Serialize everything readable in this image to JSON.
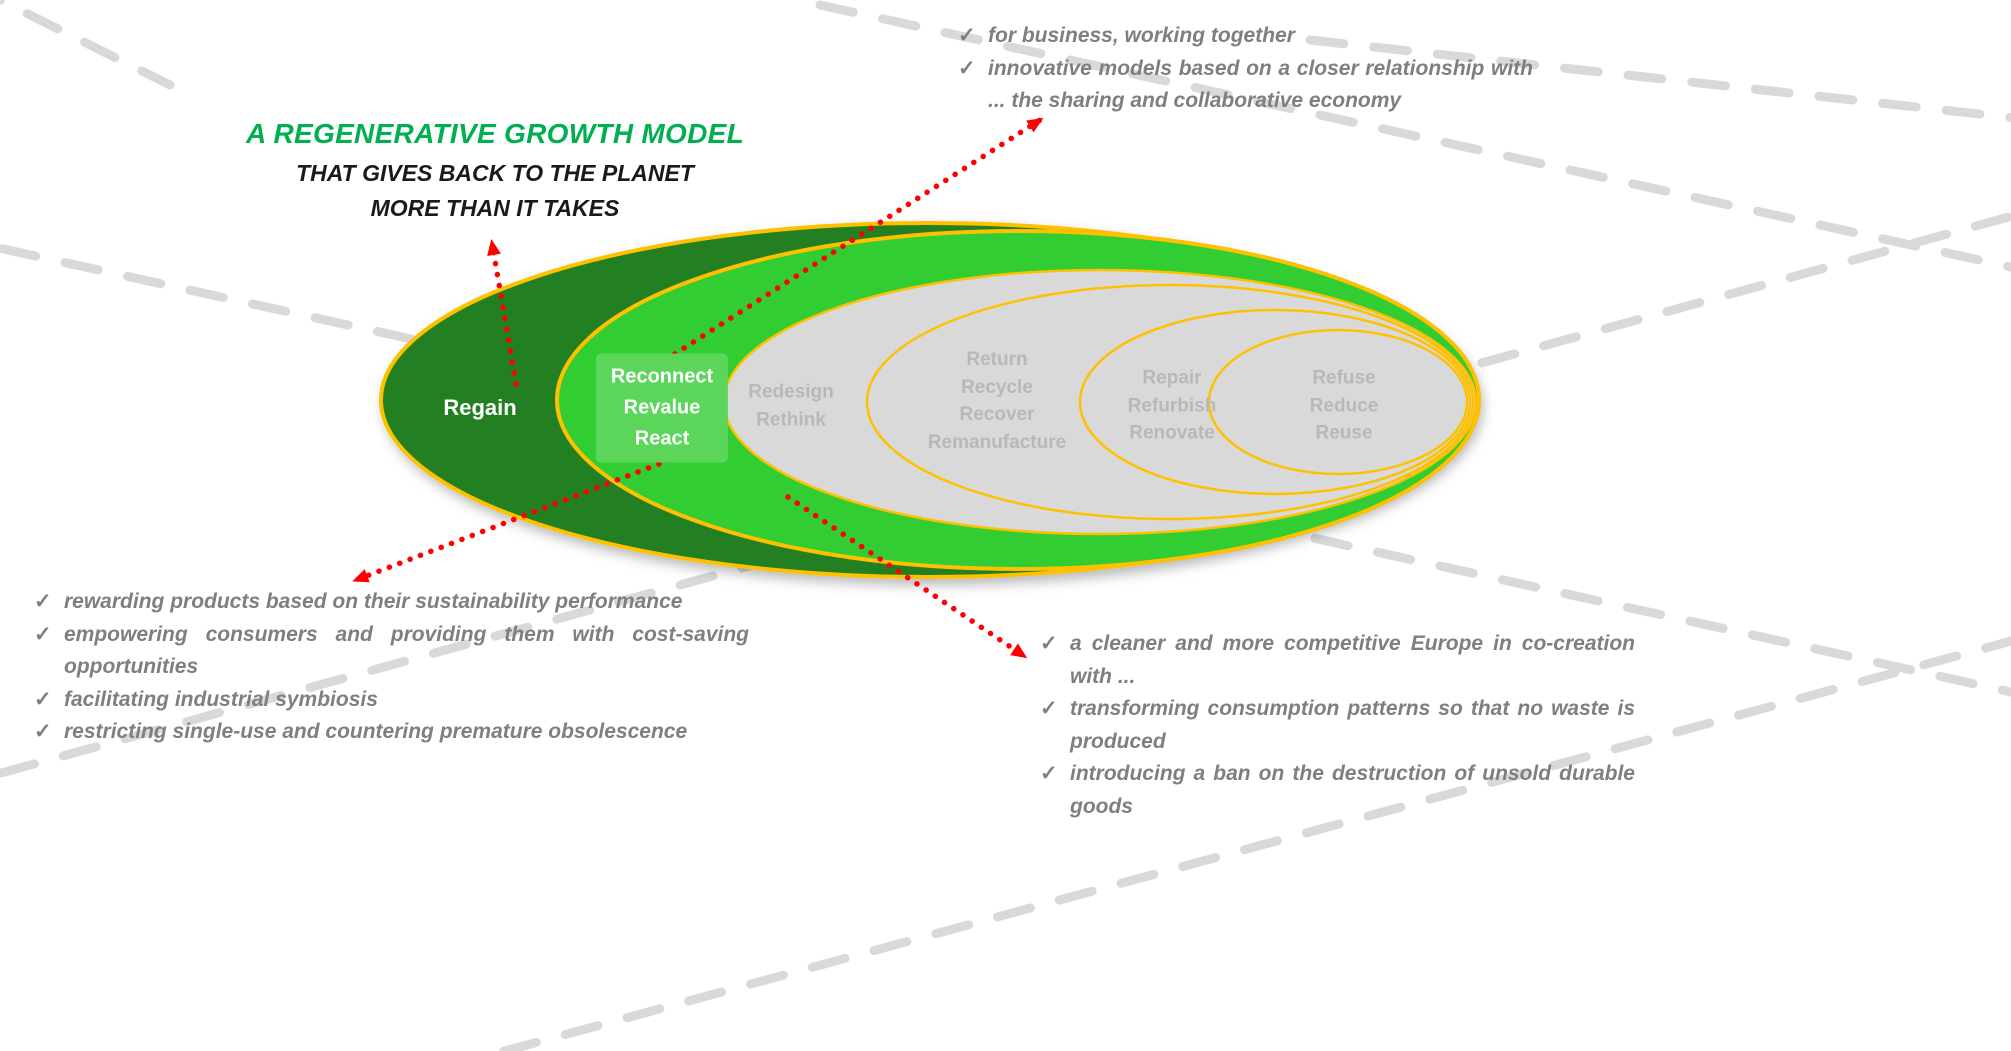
{
  "glyphs": {
    "check": "✓"
  },
  "title": {
    "line1": "A REGENERATIVE GROWTH MODEL",
    "line2": "THAT GIVES BACK TO THE PLANET",
    "line3": "MORE THAN IT TAKES"
  },
  "model": {
    "ring_regain": {
      "label": "Regain"
    },
    "ring_reconnect": {
      "lines": [
        "Reconnect",
        "Revalue",
        "React"
      ]
    },
    "ring_redesign": {
      "lines": [
        "Redesign",
        "Rethink"
      ]
    },
    "ring_return": {
      "lines": [
        "Return",
        "Recycle",
        "Recover",
        "Remanufacture"
      ]
    },
    "ring_repair": {
      "lines": [
        "Repair",
        "Refurbish",
        "Renovate"
      ]
    },
    "ring_refuse": {
      "lines": [
        "Refuse",
        "Reduce",
        "Reuse"
      ]
    }
  },
  "annotations": {
    "top_right": {
      "items": [
        "for business, working together",
        "innovative models based on a closer relationship with ... the sharing and collaborative economy"
      ]
    },
    "bottom_left": {
      "items": [
        "rewarding products based on their sustainability performance",
        "empowering consumers and providing them with cost-saving opportunities",
        "facilitating industrial symbiosis",
        "restricting single-use and countering premature obsolescence"
      ]
    },
    "bottom_right": {
      "items": [
        "a cleaner and more competitive Europe in co-creation with ...",
        "transforming consumption patterns so that no waste is produced",
        "introducing a ban on the destruction of unsold durable goods"
      ]
    }
  },
  "colors": {
    "dark_green": "#218021",
    "bright_green": "#32cd32",
    "label_box_green": "#5bd65b",
    "gray_fill": "#d9d9d9",
    "gold_stroke": "#ffc000",
    "gray_label_text": "#b8b8b8",
    "annotation_gray": "#7f7f7f",
    "arrow_red": "#ff0000",
    "dash_gray": "#d8d8d8",
    "title_green": "#00b050",
    "title_black": "#1a1a1a"
  }
}
